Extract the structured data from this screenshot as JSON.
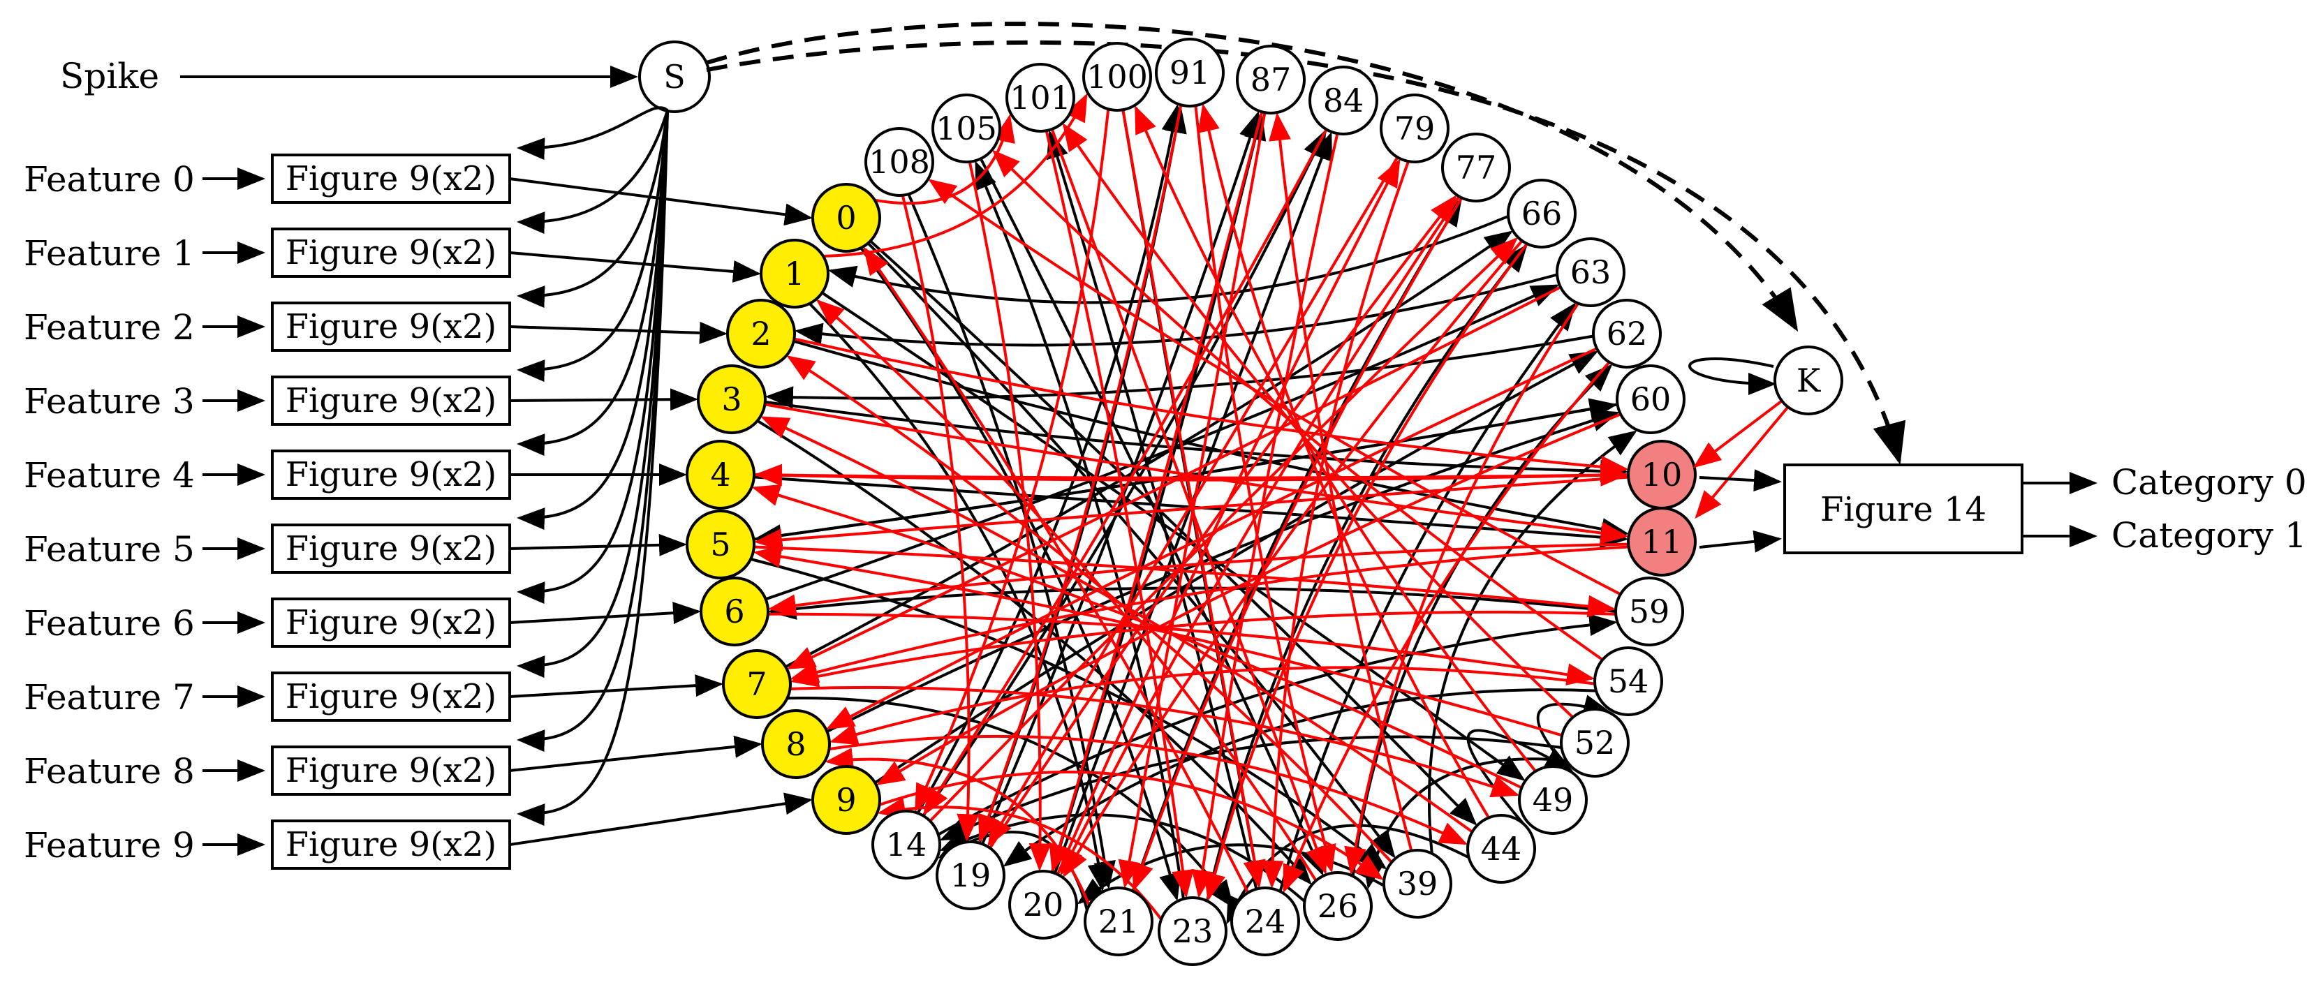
{
  "spike": {
    "label": "Spike",
    "node": "S"
  },
  "features": [
    {
      "label": "Feature  0",
      "box": "Figure 9(x2)"
    },
    {
      "label": "Feature  1",
      "box": "Figure 9(x2)"
    },
    {
      "label": "Feature  2",
      "box": "Figure 9(x2)"
    },
    {
      "label": "Feature  3",
      "box": "Figure 9(x2)"
    },
    {
      "label": "Feature  4",
      "box": "Figure 9(x2)"
    },
    {
      "label": "Feature  5",
      "box": "Figure 9(x2)"
    },
    {
      "label": "Feature  6",
      "box": "Figure 9(x2)"
    },
    {
      "label": "Feature  7",
      "box": "Figure 9(x2)"
    },
    {
      "label": "Feature  8",
      "box": "Figure 9(x2)"
    },
    {
      "label": "Feature  9",
      "box": "Figure 9(x2)"
    }
  ],
  "input_nodes": [
    "0",
    "1",
    "2",
    "3",
    "4",
    "5",
    "6",
    "7",
    "8",
    "9"
  ],
  "output_nodes": [
    "10",
    "11"
  ],
  "hidden_nodes": [
    "108",
    "105",
    "101",
    "100",
    "91",
    "87",
    "84",
    "79",
    "77",
    "66",
    "63",
    "62",
    "60",
    "59",
    "54",
    "52",
    "49",
    "44",
    "39",
    "26",
    "24",
    "23",
    "21",
    "20",
    "19",
    "14"
  ],
  "k_node": "K",
  "output_box": "Figure 14",
  "categories": [
    "Category 0",
    "Category 1"
  ],
  "colors": {
    "input_fill": "#ffee00",
    "output_fill": "#f28080",
    "hidden_fill": "#ffffff",
    "black_edge": "#000000",
    "red_edge": "#ff0000"
  }
}
